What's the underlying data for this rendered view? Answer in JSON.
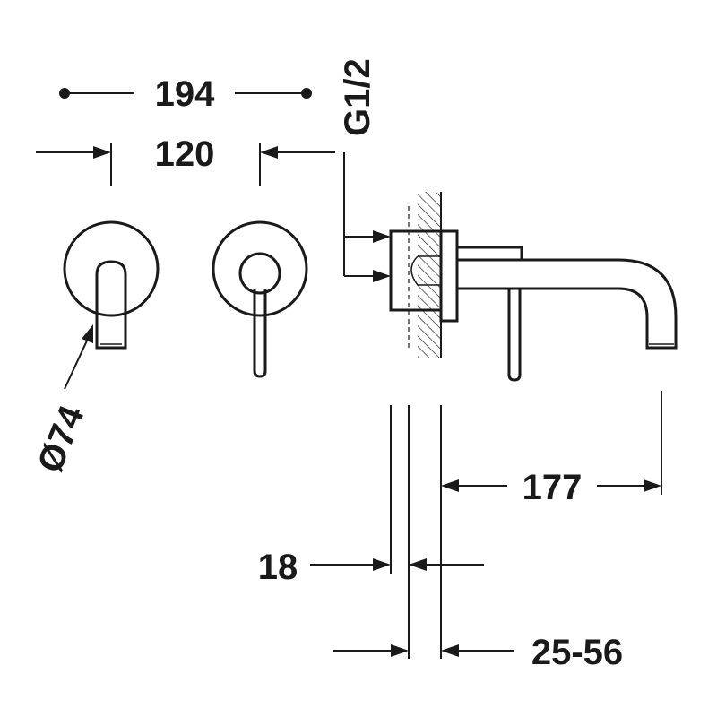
{
  "dimensions": {
    "overall_width": "194",
    "center_distance": "120",
    "connection_thread": "G1/2",
    "rosette_diameter": "Ø74",
    "spout_projection": "177",
    "plate_thickness": "18",
    "wall_depth_range": "25-56"
  },
  "colors": {
    "line": "#1a1a1a",
    "background": "#ffffff"
  }
}
